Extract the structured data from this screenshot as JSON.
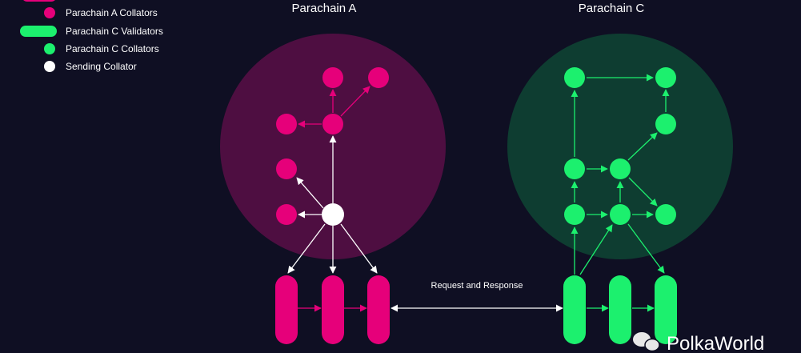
{
  "legend": [
    {
      "label": "Parachain A Collators",
      "color": "#e6007a",
      "shape": "dot"
    },
    {
      "label": "Parachain C Validators",
      "color": "#1cf06e",
      "shape": "pill"
    },
    {
      "label": "Parachain C Collators",
      "color": "#1cf06e",
      "shape": "dot"
    },
    {
      "label": "Sending Collator",
      "color": "#ffffff",
      "shape": "dot"
    }
  ],
  "titles": {
    "a": "Parachain A",
    "c": "Parachain C"
  },
  "link_label": "Request and Response",
  "watermark": "PolkaWorld",
  "colors": {
    "pink": "#e6007a",
    "green": "#1cf06e",
    "bg": "#0f0f23",
    "circle_a": "#4e0e41",
    "circle_c": "#0e3d31"
  }
}
